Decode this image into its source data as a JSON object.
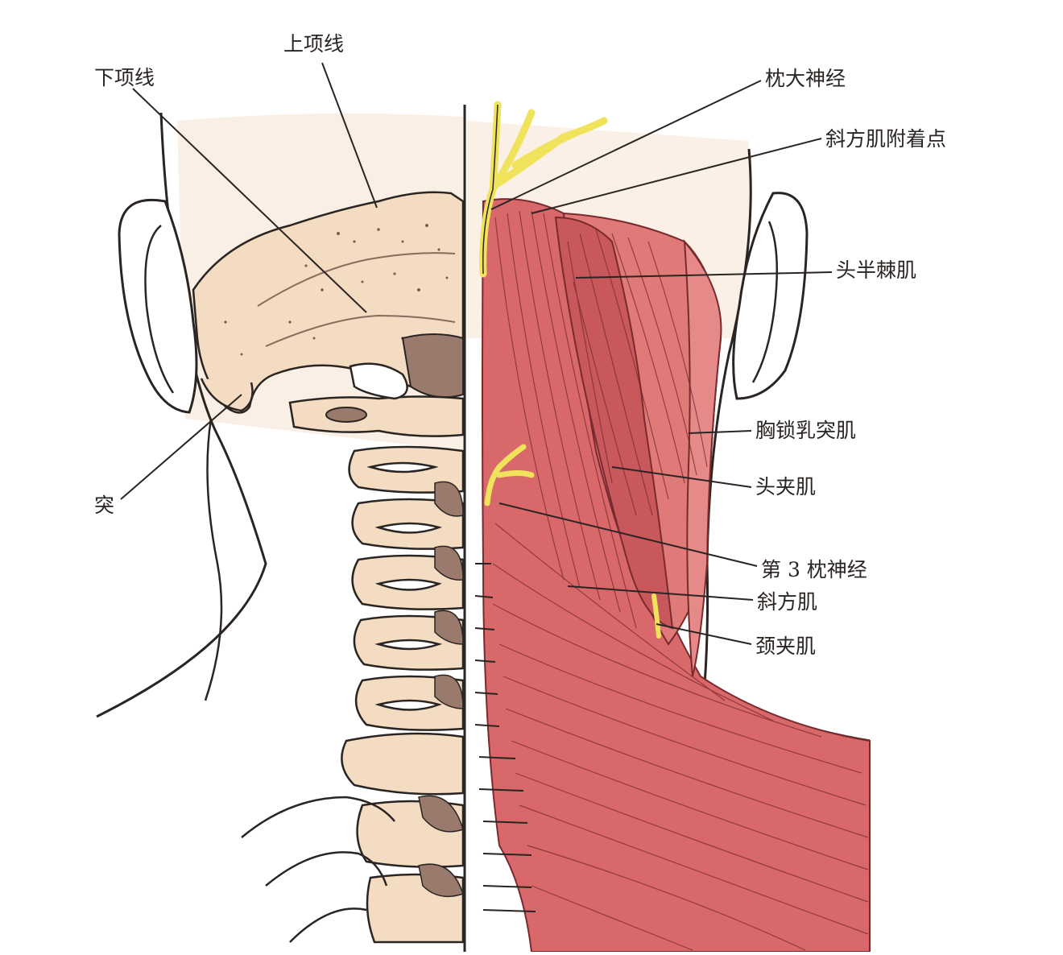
{
  "labels": {
    "upper_nuchal_line": "上项线",
    "lower_nuchal_line": "下项线",
    "mastoid": "突",
    "greater_occipital_nerve": "枕大神经",
    "trapezius_attachment": "斜方肌附着点",
    "semispinalis_capitis": "头半棘肌",
    "sternocleidomastoid": "胸锁乳突肌",
    "splenius_capitis": "头夹肌",
    "third_occipital_nerve": "第 3 枕神经",
    "trapezius": "斜方肌",
    "splenius_cervicis": "颈夹肌"
  },
  "colors": {
    "background": "#ffffff",
    "bone": "#f3dcc2",
    "bone_shadow": "#9a7a6c",
    "muscle": "#d9686a",
    "muscle_light": "#e58a88",
    "muscle_fiber": "#7a2a2e",
    "nerve": "#f0e25a",
    "outline": "#2a2522"
  }
}
